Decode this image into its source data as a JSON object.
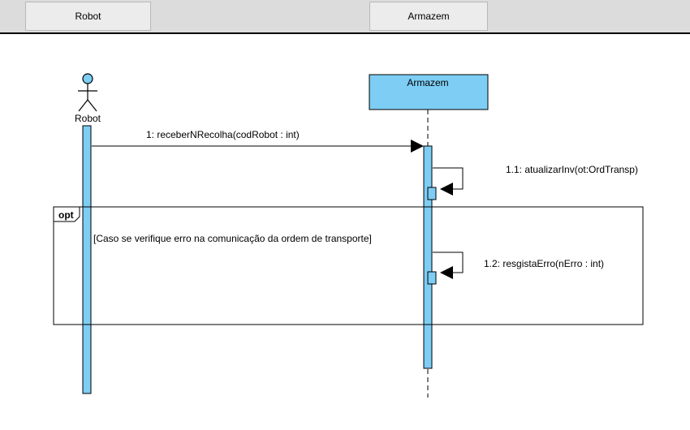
{
  "header": {
    "columns": [
      {
        "label": "Robot"
      },
      {
        "label": "Armazem"
      }
    ]
  },
  "diagram": {
    "colors": {
      "activation": "#7dcdf4",
      "line": "#000000",
      "frame_border": "#000000"
    },
    "actor": {
      "name": "Robot",
      "icon": "stick-figure-icon"
    },
    "object": {
      "name": "Armazem"
    },
    "messages": [
      {
        "label": "1: receberNRecolha(codRobot : int)"
      },
      {
        "label": "1.1: atualizarInv(ot:OrdTransp)"
      },
      {
        "label": "1.2: resgistaErro(nErro : int)"
      }
    ],
    "fragment": {
      "operator": "opt",
      "guard": "[Caso se verifique erro na comunicação da ordem de transporte]"
    }
  }
}
